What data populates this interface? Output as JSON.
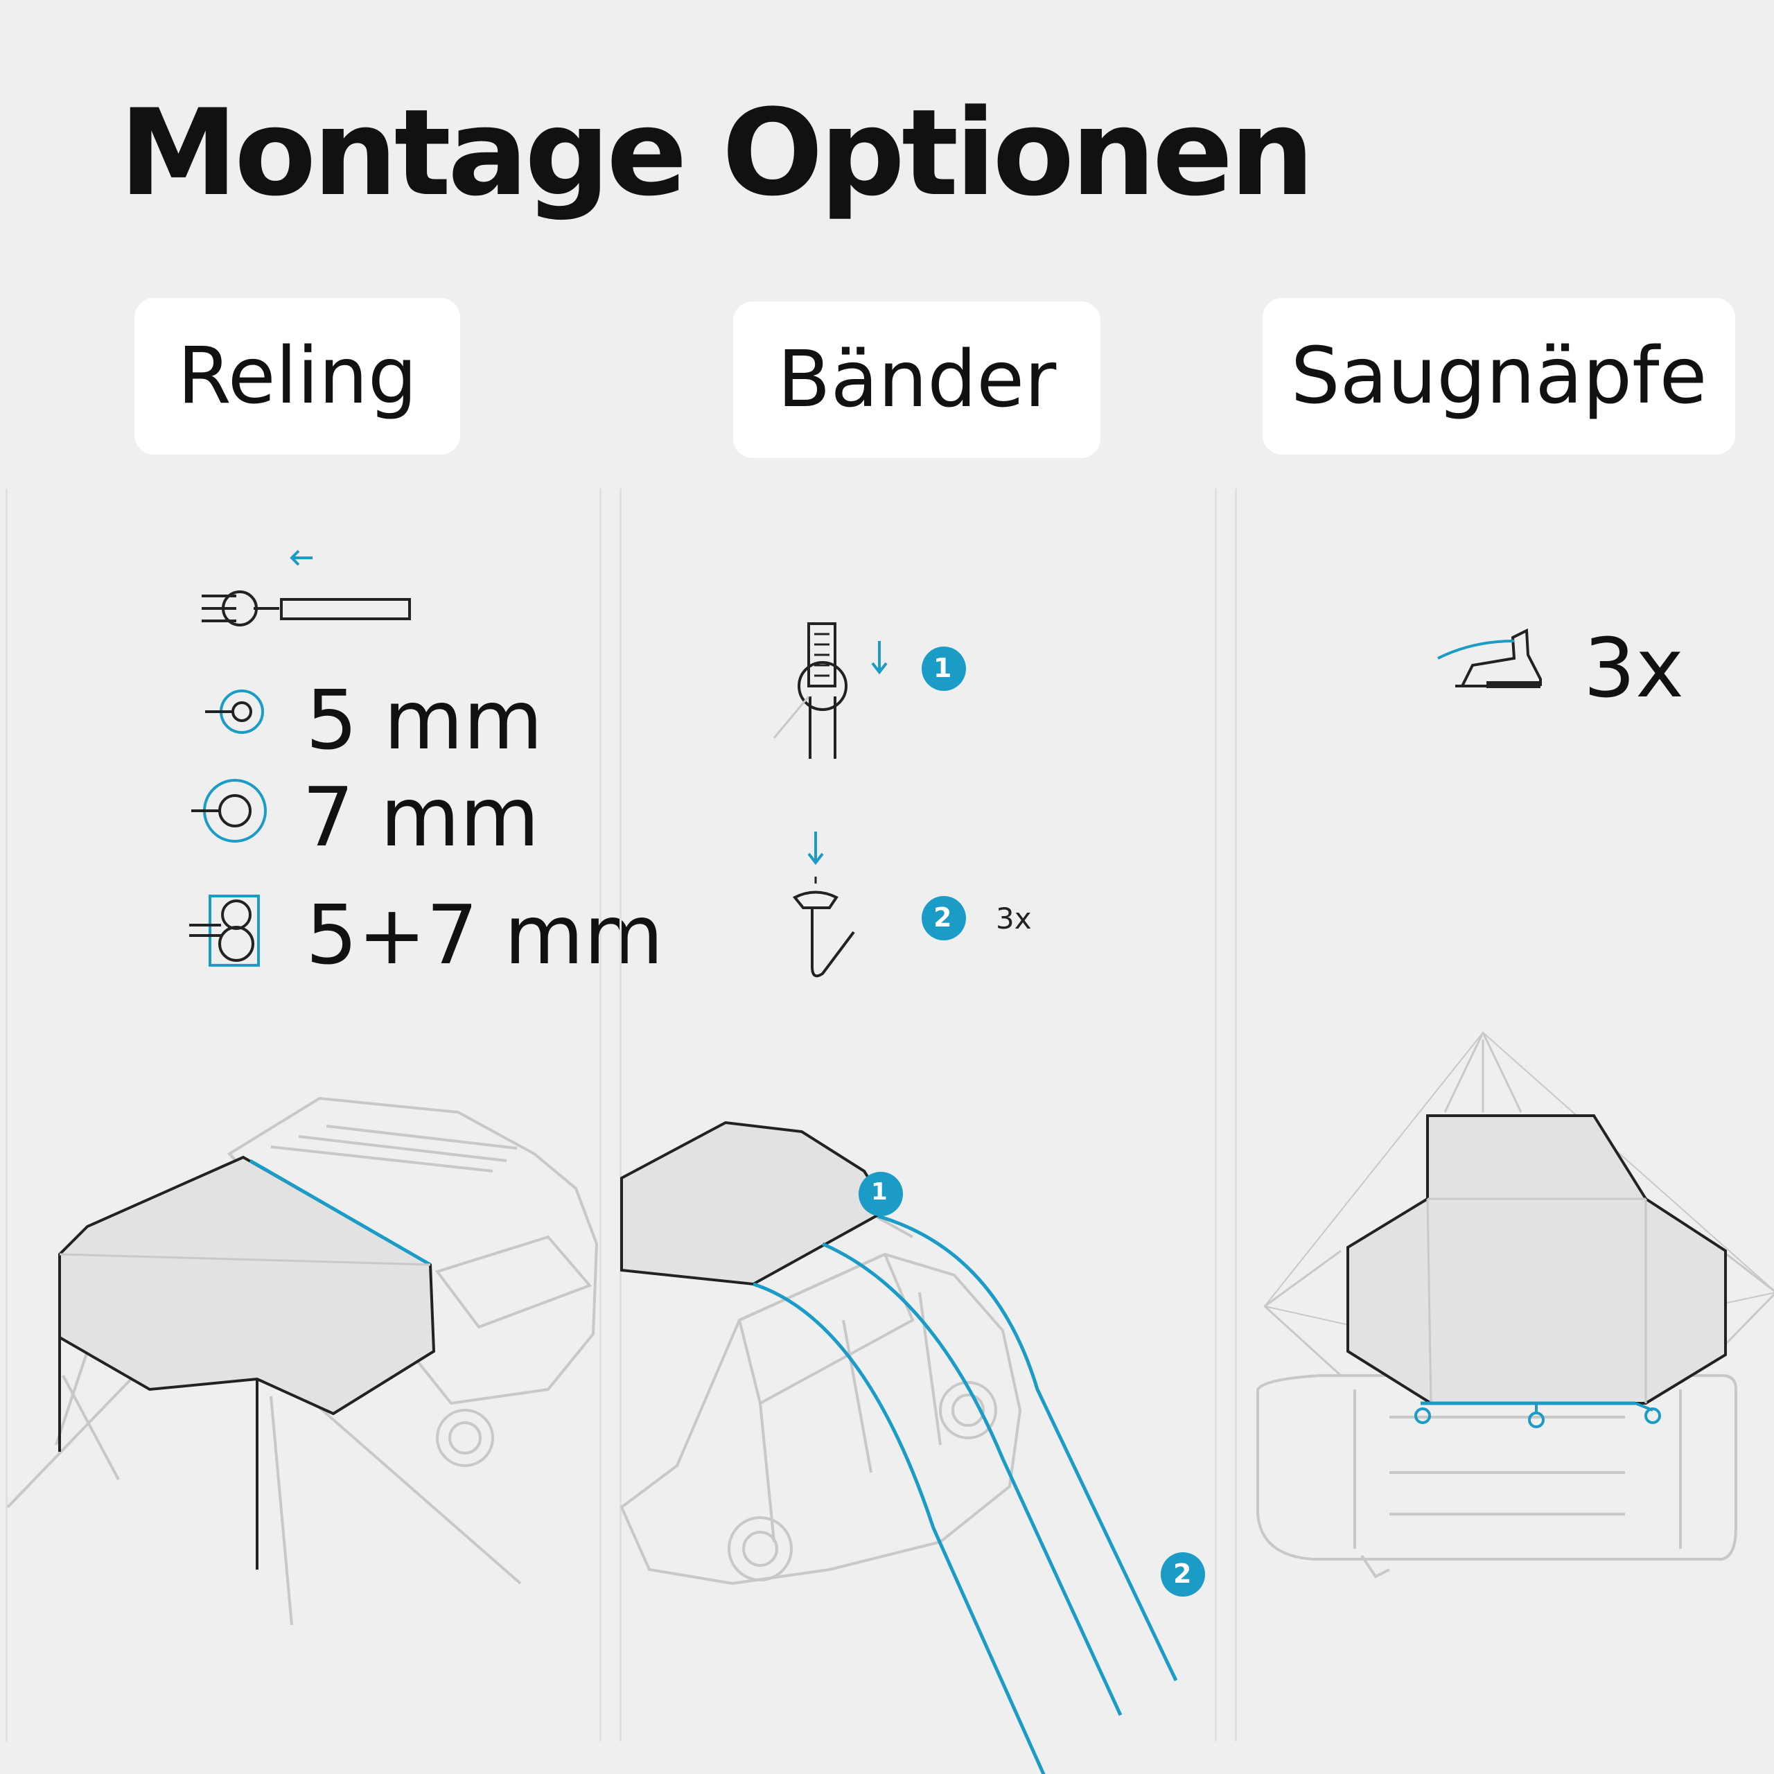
{
  "header": {
    "title": "Montage Optionen"
  },
  "tabs": [
    {
      "label": "Reling"
    },
    {
      "label": "Bänder"
    },
    {
      "label": "Saugnäpfe"
    }
  ],
  "reling": {
    "sizes": [
      {
        "label": "5 mm"
      },
      {
        "label": "7 mm"
      },
      {
        "label": "5+7 mm"
      }
    ]
  },
  "baender": {
    "step1_marker": "1",
    "step2_marker": "2",
    "step2_count": "3x",
    "diagram_marker_1": "1",
    "diagram_marker_2": "2"
  },
  "saugnaepfe": {
    "count": "3x"
  },
  "colors": {
    "accent": "#1a9cc7",
    "panel_bg": "#efefef",
    "tab_bg": "#ffffff",
    "outline": "#222222"
  }
}
